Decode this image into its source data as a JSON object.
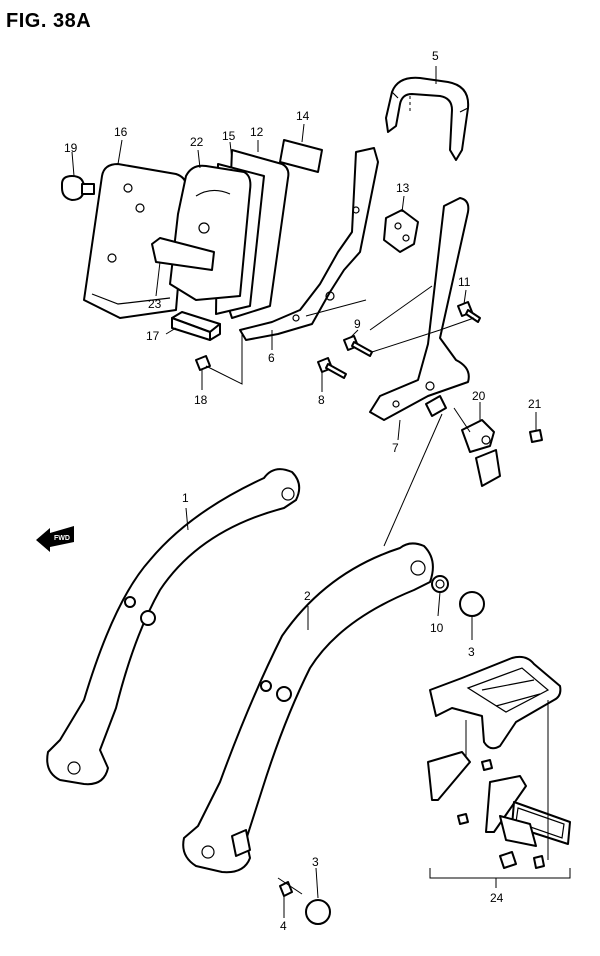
{
  "figure": {
    "title": "FIG. 38A",
    "direction_label": "FWD"
  },
  "callouts": [
    {
      "id": "c1",
      "label": "1"
    },
    {
      "id": "c2",
      "label": "2"
    },
    {
      "id": "c3a",
      "label": "3"
    },
    {
      "id": "c3b",
      "label": "3"
    },
    {
      "id": "c4",
      "label": "4"
    },
    {
      "id": "c5",
      "label": "5"
    },
    {
      "id": "c6",
      "label": "6"
    },
    {
      "id": "c7",
      "label": "7"
    },
    {
      "id": "c8",
      "label": "8"
    },
    {
      "id": "c9",
      "label": "9"
    },
    {
      "id": "c10",
      "label": "10"
    },
    {
      "id": "c11",
      "label": "11"
    },
    {
      "id": "c12",
      "label": "12"
    },
    {
      "id": "c13",
      "label": "13"
    },
    {
      "id": "c14",
      "label": "14"
    },
    {
      "id": "c15",
      "label": "15"
    },
    {
      "id": "c16",
      "label": "16"
    },
    {
      "id": "c17",
      "label": "17"
    },
    {
      "id": "c18",
      "label": "18"
    },
    {
      "id": "c19",
      "label": "19"
    },
    {
      "id": "c20",
      "label": "20"
    },
    {
      "id": "c21",
      "label": "21"
    },
    {
      "id": "c22",
      "label": "22"
    },
    {
      "id": "c23",
      "label": "23"
    },
    {
      "id": "c24",
      "label": "24"
    }
  ]
}
